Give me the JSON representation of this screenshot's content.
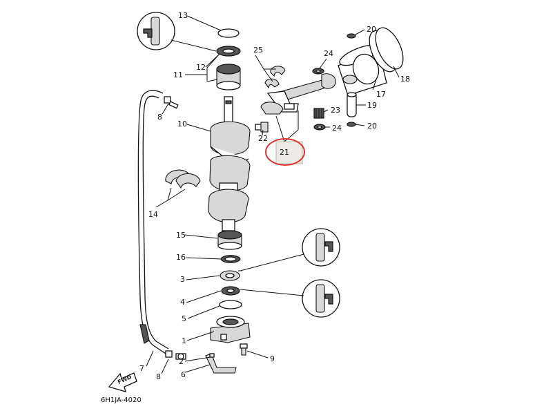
{
  "diagram": {
    "drawing_code": "6H1JA-4020",
    "direction_arrow": "FWD",
    "highlighted_callout": "21",
    "highlight_color": "#e0322f",
    "callouts": [
      "1",
      "2",
      "3",
      "4",
      "5",
      "6",
      "7",
      "8",
      "9",
      "10",
      "11",
      "12",
      "13",
      "14",
      "15",
      "16",
      "17",
      "18",
      "19",
      "20",
      "21",
      "22",
      "23",
      "24",
      "25"
    ],
    "extra_callouts": [
      "8",
      "20",
      "24"
    ]
  }
}
